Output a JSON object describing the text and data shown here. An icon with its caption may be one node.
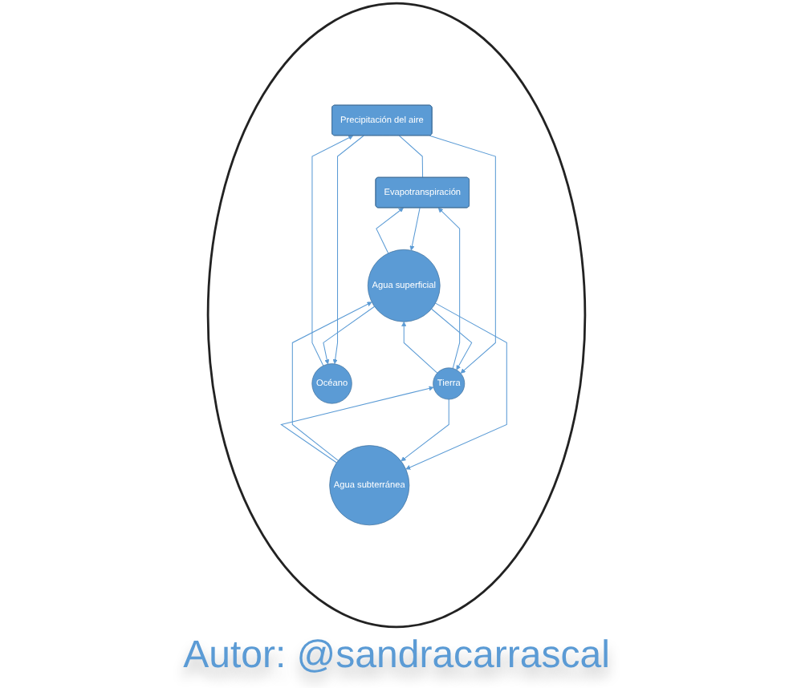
{
  "diagram": {
    "caption": "Autor: @sandracarrascal",
    "nodes": [
      {
        "text": [],
        "shape": "circle"
      },
      {
        "text": [
          "Precipitación del aire"
        ],
        "in": 0
      },
      {
        "text": [
          "Evapotranspiración"
        ],
        "in": 0
      },
      {
        "text": [
          "Tierra"
        ],
        "in": 0
      },
      {
        "text": [
          "Agua superficial"
        ],
        "in": 0
      },
      {
        "text": [
          "Océano"
        ],
        "in": 0
      },
      {
        "text": [
          "Agua subterránea"
        ],
        "in": 0
      }
    ],
    "edges": [
      {
        "from": 1,
        "to": 2,
        "arrow": "none"
      },
      {
        "from": 1,
        "to": 3,
        "arrow": "to"
      },
      {
        "from": 1,
        "to": 5,
        "arrow": "to"
      },
      {
        "from": 5,
        "to": 1,
        "arrow": "to"
      },
      {
        "from": 3,
        "to": 2,
        "arrow": "to"
      },
      {
        "from": 4,
        "to": 2,
        "arrow": "to"
      },
      {
        "from": 2,
        "to": 4,
        "arrow": "to"
      },
      {
        "from": 3,
        "to": 4,
        "arrow": "to"
      },
      {
        "from": 4,
        "to": 3,
        "arrow": "to"
      },
      {
        "from": 4,
        "to": 5,
        "arrow": "to"
      },
      {
        "from": 4,
        "to": 6,
        "arrow": "to"
      },
      {
        "from": 6,
        "to": 4,
        "arrow": "to"
      },
      {
        "from": 3,
        "to": 6,
        "arrow": "to"
      },
      {
        "from": 6,
        "to": 3,
        "arrow": "to"
      }
    ]
  }
}
